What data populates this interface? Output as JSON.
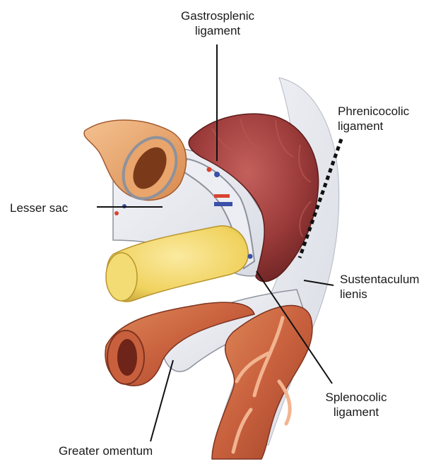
{
  "labels": {
    "gastrosplenic": {
      "line1": "Gastrosplenic",
      "line2": "ligament"
    },
    "phrenicocolic": {
      "line1": "Phrenicocolic",
      "line2": "ligament"
    },
    "lesser_sac": {
      "line1": "Lesser sac"
    },
    "sustentaculum": {
      "line1": "Sustentaculum",
      "line2": "lienis"
    },
    "splenocolic": {
      "line1": "Splenocolic",
      "line2": "ligament"
    },
    "greater_omentum": {
      "line1": "Greater omentum"
    }
  },
  "colors": {
    "spleen": "#9b3b3a",
    "colon": "#c8603d",
    "pancreas": "#f0d25e",
    "stomach": "#e9a56b",
    "peritoneum": "#e6e8ee",
    "ligament_outline": "#8e929c",
    "artery": "#d9432f",
    "vein": "#3a4fa8"
  }
}
